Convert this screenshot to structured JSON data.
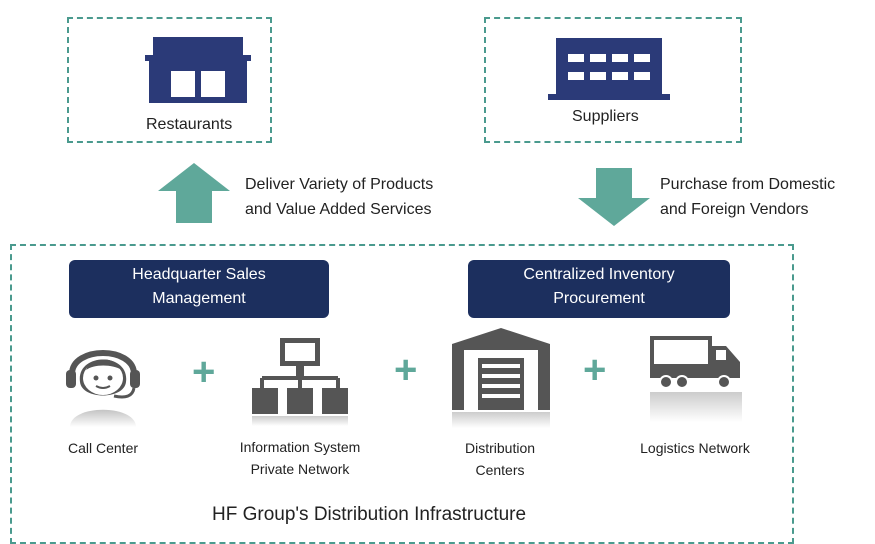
{
  "top": {
    "restaurants_label": "Restaurants",
    "suppliers_label": "Suppliers"
  },
  "arrows": {
    "up_text_line1": "Deliver Variety of Products",
    "up_text_line2": "and Value Added Services",
    "down_text_line1": "Purchase from Domestic",
    "down_text_line2": "and Foreign Vendors"
  },
  "pills": {
    "hq_line1": "Headquarter Sales",
    "hq_line2": "Management",
    "inv_line1": "Centralized Inventory",
    "inv_line2": "Procurement"
  },
  "components": {
    "call_center": "Call Center",
    "info_line1": "Information System",
    "info_line2": "Private Network",
    "dist_line1": "Distribution",
    "dist_line2": "Centers",
    "logistics": "Logistics Network"
  },
  "plus_symbol": "+",
  "footer": "HF Group's Distribution Infrastructure",
  "colors": {
    "navy": "#1c2f5e",
    "icon_navy": "#2b3a78",
    "teal": "#5fa89a",
    "dash": "#4a9a8e",
    "icon_gray": "#555555"
  },
  "icons": [
    "store-icon",
    "building-icon",
    "up-arrow-icon",
    "down-arrow-icon",
    "headset-agent-icon",
    "network-icon",
    "warehouse-icon",
    "truck-icon"
  ]
}
